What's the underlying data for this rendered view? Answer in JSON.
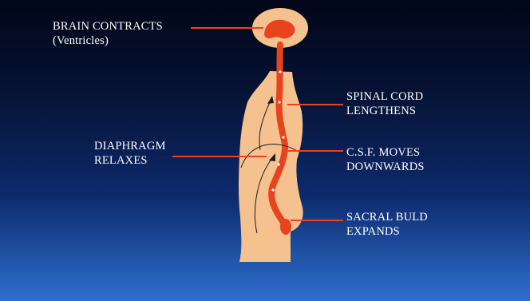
{
  "labels": {
    "brain_contracts": "BRAIN CONTRACTS",
    "ventricles": "(Ventricles)",
    "spinal_cord_1": "SPINAL CORD",
    "spinal_cord_2": "LENGTHENS",
    "diaphragm_1": "DIAPHRAGM",
    "diaphragm_2": "RELAXES",
    "csf_1": "C.S.F. MOVES",
    "csf_2": "DOWNWARDS",
    "sacral_1": "SACRAL BULD",
    "sacral_2": "EXPANDS"
  },
  "colors": {
    "body": "#f5c28f",
    "cord": "#e8431f",
    "leader_line": "#e8431f",
    "text": "#ffffff"
  }
}
